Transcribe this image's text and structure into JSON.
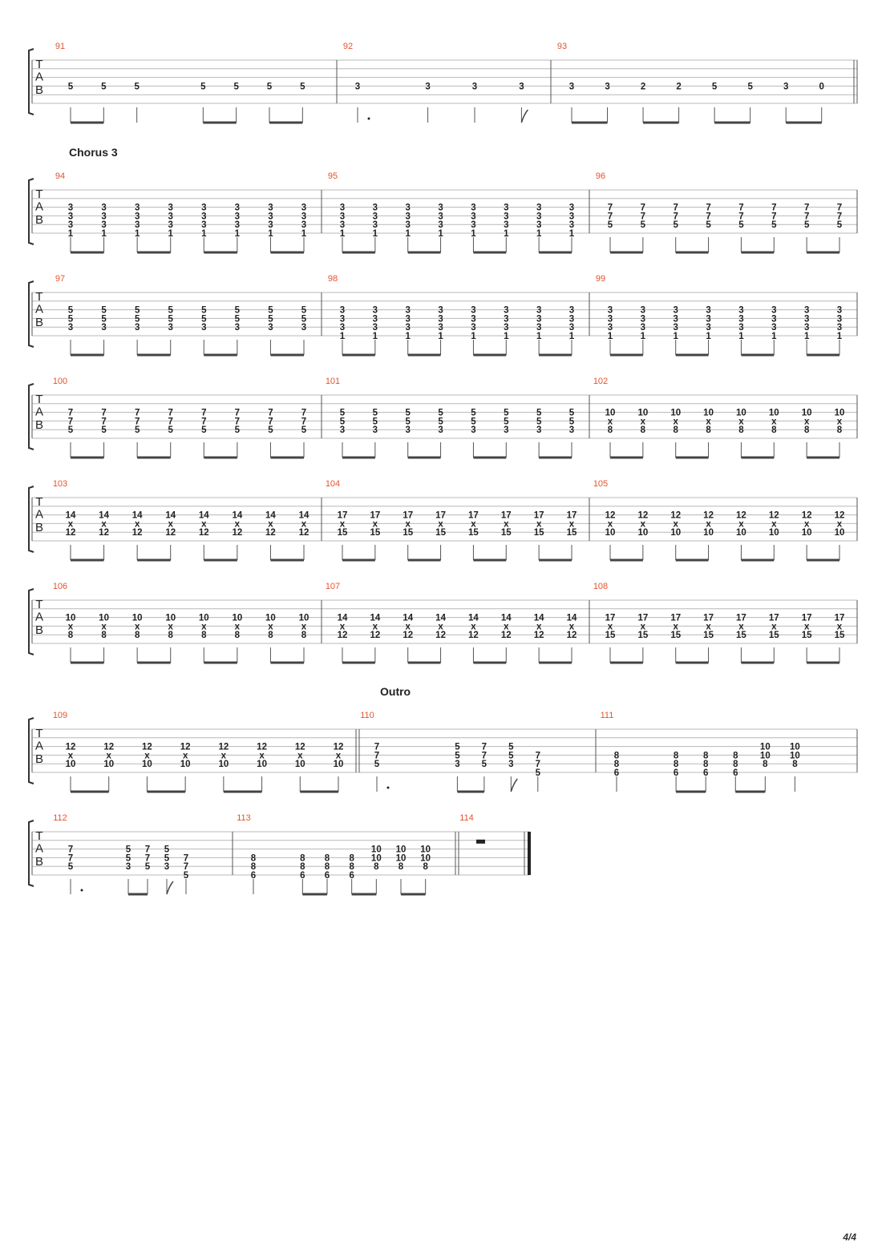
{
  "page": {
    "number": "4/4"
  },
  "clef": [
    "T",
    "A",
    "B"
  ],
  "sections": [
    {
      "label": "Chorus 3"
    },
    {
      "label": "Outro"
    }
  ],
  "systems": [
    {
      "section": "",
      "measures": [
        {
          "number": "91",
          "notes": [
            {
              "f": {
                "4": "5"
              },
              "r": "e"
            },
            {
              "f": {
                "4": "5"
              },
              "r": "e"
            },
            {
              "f": {
                "4": "5"
              },
              "r": "q"
            },
            {
              "f": {
                "4": "5"
              },
              "r": "e"
            },
            {
              "f": {
                "4": "5"
              },
              "r": "e"
            },
            {
              "f": {
                "4": "5"
              },
              "r": "e"
            },
            {
              "f": {
                "4": "5"
              },
              "r": "e"
            }
          ]
        },
        {
          "number": "92",
          "notes": [
            {
              "f": {
                "4": "3"
              },
              "r": "qd"
            },
            {
              "f": {
                "4": "3"
              },
              "r": "q"
            },
            {
              "f": {
                "4": "3"
              },
              "r": "q"
            },
            {
              "f": {
                "4": "3"
              },
              "r": "e"
            }
          ]
        },
        {
          "number": "93",
          "notes": [
            {
              "f": {
                "4": "3"
              },
              "r": "e"
            },
            {
              "f": {
                "4": "3"
              },
              "r": "e"
            },
            {
              "f": {
                "4": "2"
              },
              "r": "e"
            },
            {
              "f": {
                "4": "2"
              },
              "r": "e"
            },
            {
              "f": {
                "4": "5"
              },
              "r": "e"
            },
            {
              "f": {
                "4": "5"
              },
              "r": "e"
            },
            {
              "f": {
                "4": "3"
              },
              "r": "e"
            },
            {
              "f": {
                "4": "0"
              },
              "r": "e"
            }
          ]
        }
      ]
    },
    {
      "section": "Chorus 3",
      "measures": [
        {
          "number": "94",
          "chord": {
            "3": "3",
            "4": "3",
            "5": "3",
            "6": "1"
          },
          "count": 8
        },
        {
          "number": "95",
          "chord": {
            "3": "3",
            "4": "3",
            "5": "3",
            "6": "1"
          },
          "count": 8
        },
        {
          "number": "96",
          "chord": {
            "3": "7",
            "4": "7",
            "5": "5"
          },
          "count": 8
        }
      ]
    },
    {
      "section": "",
      "measures": [
        {
          "number": "97",
          "chord": {
            "3": "5",
            "4": "5",
            "5": "3"
          },
          "count": 8
        },
        {
          "number": "98",
          "chord": {
            "3": "3",
            "4": "3",
            "5": "3",
            "6": "1"
          },
          "count": 8
        },
        {
          "number": "99",
          "chord": {
            "3": "3",
            "4": "3",
            "5": "3",
            "6": "1"
          },
          "count": 8
        }
      ]
    },
    {
      "section": "",
      "measures": [
        {
          "number": "100",
          "chord": {
            "3": "7",
            "4": "7",
            "5": "5"
          },
          "count": 8
        },
        {
          "number": "101",
          "chord": {
            "3": "5",
            "4": "5",
            "5": "3"
          },
          "count": 8
        },
        {
          "number": "102",
          "chord": {
            "3": "10",
            "4": "x",
            "5": "8"
          },
          "count": 8
        }
      ]
    },
    {
      "section": "",
      "measures": [
        {
          "number": "103",
          "chord": {
            "3": "14",
            "4": "x",
            "5": "12"
          },
          "count": 8
        },
        {
          "number": "104",
          "chord": {
            "3": "17",
            "4": "x",
            "5": "15"
          },
          "count": 8
        },
        {
          "number": "105",
          "chord": {
            "3": "12",
            "4": "x",
            "5": "10"
          },
          "count": 8
        }
      ]
    },
    {
      "section": "",
      "measures": [
        {
          "number": "106",
          "chord": {
            "3": "10",
            "4": "x",
            "5": "8"
          },
          "count": 8
        },
        {
          "number": "107",
          "chord": {
            "3": "14",
            "4": "x",
            "5": "12"
          },
          "count": 8
        },
        {
          "number": "108",
          "chord": {
            "3": "17",
            "4": "x",
            "5": "15"
          },
          "count": 8
        }
      ]
    },
    {
      "section": "Outro",
      "measures": [
        {
          "number": "109",
          "chord": {
            "3": "12",
            "4": "x",
            "5": "10"
          },
          "count": 8
        },
        {
          "number": "110",
          "notes": [
            {
              "f": {
                "3": "7",
                "4": "7",
                "5": "5"
              },
              "r": "qd"
            },
            {
              "f": {
                "3": "5",
                "4": "5",
                "5": "3"
              },
              "r": "e"
            },
            {
              "f": {
                "3": "7",
                "4": "7",
                "5": "5"
              },
              "r": "e"
            },
            {
              "f": {
                "3": "5",
                "4": "5",
                "5": "3"
              },
              "r": "e"
            },
            {
              "f": {
                "4": "7",
                "5": "7",
                "6": "5"
              },
              "r": "q"
            }
          ]
        },
        {
          "number": "111",
          "notes": [
            {
              "f": {
                "4": "8",
                "5": "8",
                "6": "6"
              },
              "r": "q"
            },
            {
              "f": {
                "4": "8",
                "5": "8",
                "6": "6"
              },
              "r": "e"
            },
            {
              "f": {
                "4": "8",
                "5": "8",
                "6": "6"
              },
              "r": "e"
            },
            {
              "f": {
                "4": "8",
                "5": "8",
                "6": "6"
              },
              "r": "e"
            },
            {
              "f": {
                "3": "10",
                "4": "10",
                "5": "8"
              },
              "r": "e"
            },
            {
              "f": {
                "3": "10",
                "4": "10",
                "5": "8"
              },
              "r": "q"
            }
          ]
        }
      ]
    },
    {
      "section": "",
      "measures": [
        {
          "number": "112",
          "notes": [
            {
              "f": {
                "3": "7",
                "4": "7",
                "5": "5"
              },
              "r": "qd"
            },
            {
              "f": {
                "3": "5",
                "4": "5",
                "5": "3"
              },
              "r": "e"
            },
            {
              "f": {
                "3": "7",
                "4": "7",
                "5": "5"
              },
              "r": "e"
            },
            {
              "f": {
                "3": "5",
                "4": "5",
                "5": "3"
              },
              "r": "e"
            },
            {
              "f": {
                "4": "7",
                "5": "7",
                "6": "5"
              },
              "r": "q"
            }
          ]
        },
        {
          "number": "113",
          "notes": [
            {
              "f": {
                "4": "8",
                "5": "8",
                "6": "6"
              },
              "r": "q"
            },
            {
              "f": {
                "4": "8",
                "5": "8",
                "6": "6"
              },
              "r": "e"
            },
            {
              "f": {
                "4": "8",
                "5": "8",
                "6": "6"
              },
              "r": "e"
            },
            {
              "f": {
                "4": "8",
                "5": "8",
                "6": "6"
              },
              "r": "e"
            },
            {
              "f": {
                "3": "10",
                "4": "10",
                "5": "8"
              },
              "r": "e"
            },
            {
              "f": {
                "3": "10",
                "4": "10",
                "5": "8"
              },
              "r": "e"
            },
            {
              "f": {
                "3": "10",
                "4": "10",
                "5": "8"
              },
              "r": "e"
            }
          ]
        },
        {
          "number": "114",
          "rest": true,
          "final": true
        }
      ]
    }
  ]
}
